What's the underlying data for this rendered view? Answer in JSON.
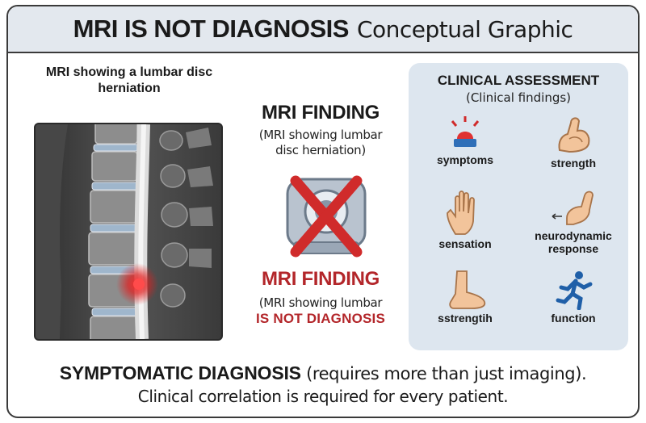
{
  "header": {
    "title_bold": "MRI IS NOT DIAGNOSIS",
    "title_light": "Conceptual Graphic"
  },
  "left": {
    "caption": "MRI showing a lumbar disc herniation",
    "image_icon": "lumbar-spine-mri-image"
  },
  "center": {
    "finding_title_1": "MRI FINDING",
    "finding_sub_1": "(MRI showing lumbar disc herniation)",
    "machine_icon": "mri-scanner-crossed-icon",
    "finding_title_2": "MRI FINDING",
    "finding_sub_2": "(MRI showing lumbar",
    "not_diagnosis": "IS NOT DIAGNOSIS"
  },
  "assessment": {
    "title": "CLINICAL ASSESSMENT",
    "subtitle": "(Clinical findings)",
    "items": [
      {
        "label": "symptoms",
        "icon": "alarm-siren-icon"
      },
      {
        "label": "strength",
        "icon": "flexed-arm-icon"
      },
      {
        "label": "sensation",
        "icon": "hand-icon"
      },
      {
        "label": "neurodynamic response",
        "icon": "bent-leg-icon"
      },
      {
        "label": "sstrengtih",
        "icon": "foot-icon"
      },
      {
        "label": "function",
        "icon": "running-person-icon"
      }
    ]
  },
  "footer": {
    "line1_bold": "SYMPTOMATIC DIAGNOSIS",
    "line1_rest": "(requires more than just imaging).",
    "line2": "Clinical correlation is required for every patient."
  },
  "colors": {
    "title_bar": "#e3e8ee",
    "panel": "#dde6ef",
    "alert_red": "#b3262a",
    "skin": "#f2c49b",
    "icon_blue": "#1f5fa8"
  }
}
